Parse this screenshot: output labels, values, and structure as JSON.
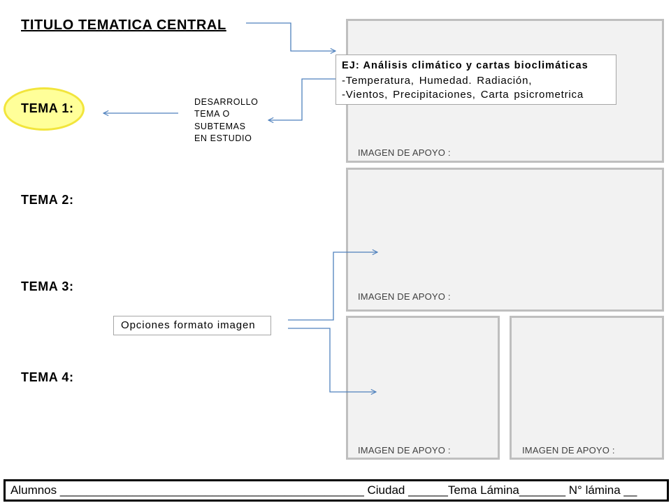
{
  "title": "TITULO TEMATICA CENTRAL",
  "themes": [
    {
      "label": "TEMA 1:",
      "highlighted": true
    },
    {
      "label": "TEMA 2:"
    },
    {
      "label": "TEMA 3:"
    },
    {
      "label": "TEMA 4:"
    }
  ],
  "development_note": {
    "lines": [
      "DESARROLLO",
      "TEMA O",
      "SUBTEMAS",
      "EN ESTUDIO"
    ]
  },
  "example_box": {
    "heading": "EJ: Análisis climático y cartas bioclimáticas",
    "lines": [
      "-Temperatura, Humedad. Radiación,",
      "-Vientos, Precipitaciones, Carta psicrometrica"
    ]
  },
  "image_options": {
    "label": "Opciones formato imagen"
  },
  "panels": [
    {
      "label": "IMAGEN DE APOYO :"
    },
    {
      "label": "IMAGEN DE APOYO :"
    },
    {
      "label": "IMAGEN DE APOYO :"
    },
    {
      "label": "IMAGEN DE APOYO :"
    }
  ],
  "footer": {
    "text": "Alumnos ______________________________________________ Ciudad ______Tema Lámina_______ N° lámina __"
  },
  "colors": {
    "arrow": "#4f81bd",
    "highlight_fill": "#ffff99",
    "highlight_stroke": "#f2e53c",
    "panel_fill": "#f2f2f2",
    "panel_border": "#bfbfbf",
    "label_color": "#404040"
  }
}
